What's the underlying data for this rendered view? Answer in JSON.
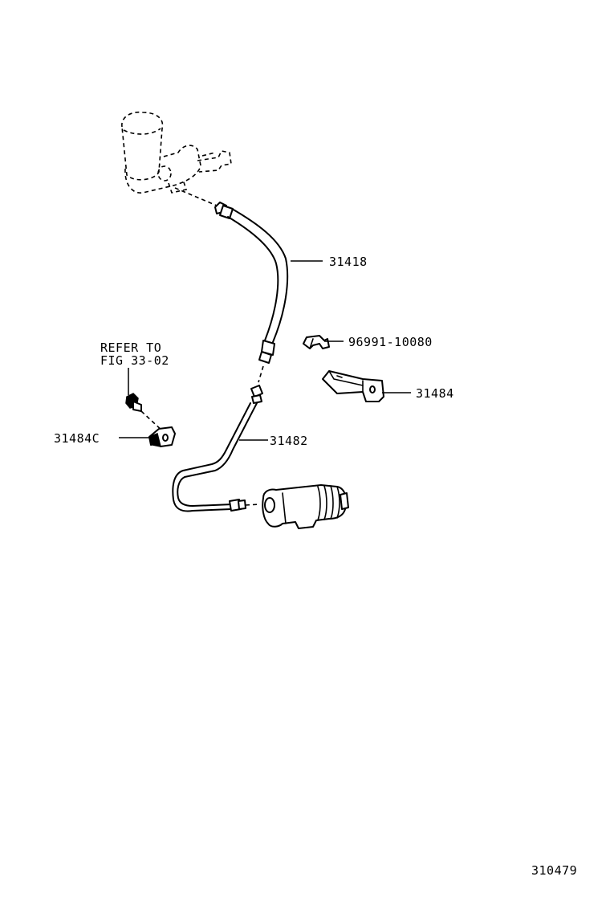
{
  "parts": {
    "hose_label": "31418",
    "clip_label": "96991-10080",
    "bracket_label": "31484",
    "tube_label": "31482",
    "clamp_label": "31484C"
  },
  "reference": {
    "line1": "REFER TO",
    "line2": "FIG 33-02"
  },
  "figure_code": "310479"
}
